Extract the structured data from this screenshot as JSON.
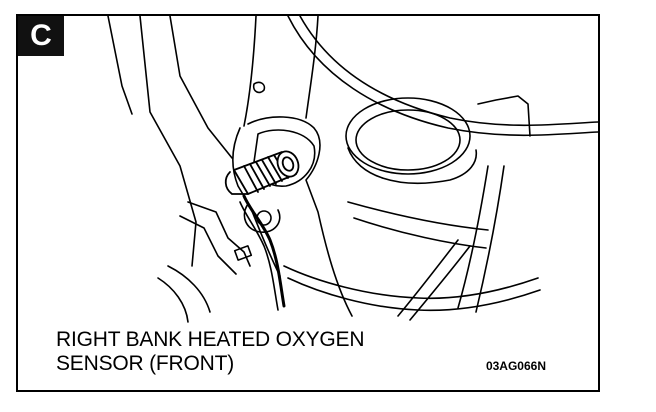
{
  "figure": {
    "panel_letter": "C",
    "caption_line1": "RIGHT BANK HEATED OXYGEN",
    "caption_line2": "SENSOR (FRONT)",
    "figure_code": "03AG066N"
  },
  "colors": {
    "ink": "#000000",
    "background": "#ffffff",
    "badge": "#111111"
  }
}
